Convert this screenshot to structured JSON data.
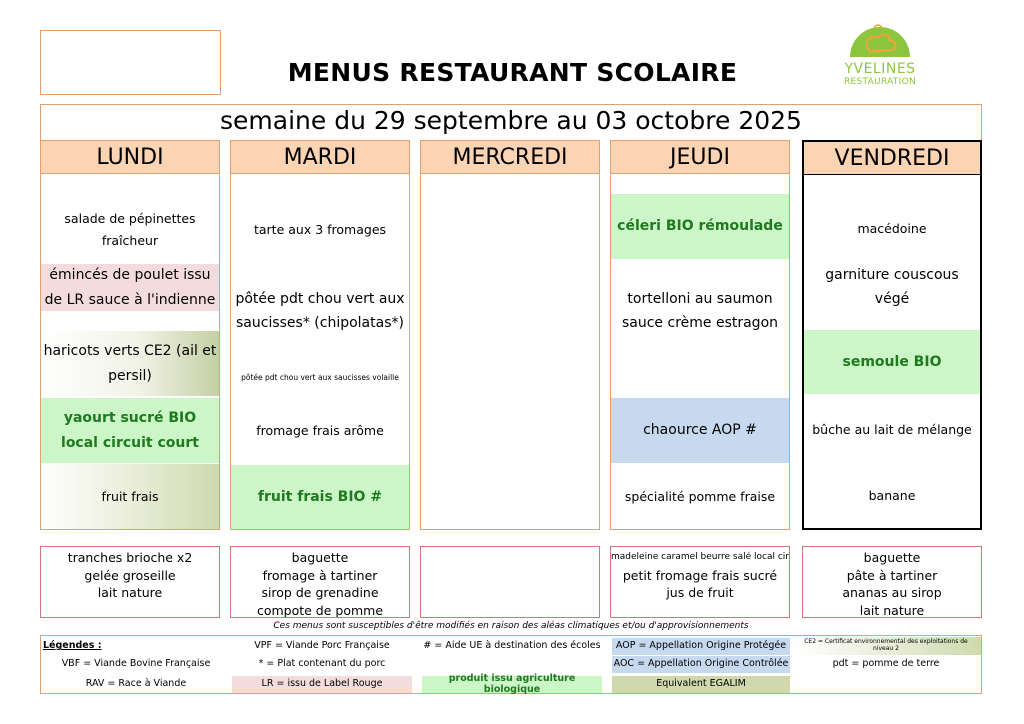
{
  "header": {
    "title": "MENUS RESTAURANT SCOLAIRE",
    "week": "semaine du 29 septembre au 03 octobre 2025",
    "logo": {
      "line1": "YVELINES",
      "line2": "RESTAURATION",
      "icon": "chef-hat-icon",
      "color": "#8cc63f"
    }
  },
  "days": [
    {
      "name": "LUNDI",
      "entree": "salade de pépinettes fraîcheur",
      "plat": "émincés de poulet issu de LR sauce à l'indienne",
      "accompagnement": "haricots verts CE2 (ail et persil)",
      "laitage": "yaourt sucré BIO local circuit court",
      "dessert": "fruit frais"
    },
    {
      "name": "MARDI",
      "entree": "tarte aux 3 fromages",
      "plat": "pôtée pdt chou vert aux saucisses* (chipolatas*)",
      "alternative": "pôtée pdt chou vert aux saucisses volaille",
      "laitage": "fromage frais arôme",
      "dessert": "fruit frais BIO #"
    },
    {
      "name": "MERCREDI"
    },
    {
      "name": "JEUDI",
      "entree": "céleri BIO rémoulade",
      "plat": "tortelloni au saumon sauce crème estragon",
      "laitage": "chaource AOP #",
      "dessert": "spécialité pomme fraise"
    },
    {
      "name": "VENDREDI",
      "entree": "macédoine",
      "plat": "garniture couscous végé",
      "accompagnement": "semoule BIO",
      "laitage": "bûche au lait de mélange",
      "dessert": "banane"
    }
  ],
  "gouter": {
    "lundi": [
      "tranches brioche x2",
      "gelée groseille",
      "lait nature"
    ],
    "mardi": [
      "baguette",
      "fromage à tartiner",
      "sirop de grenadine",
      "compote de pomme"
    ],
    "mercredi": [],
    "jeudi": [
      "madeleine caramel beurre salé local circuit court",
      "petit fromage frais sucré",
      "jus de fruit"
    ],
    "vendredi": [
      "baguette",
      "pâte à tartiner",
      "ananas au sirop",
      "lait nature"
    ]
  },
  "note": "Ces menus sont susceptibles d'être modifiés en raison des aléas climatiques et/ou d'approvisionnements",
  "legend": {
    "title": "Légendes :",
    "vpf": "VPF = Viande Porc Française",
    "aide": "# = Aide UE à destination des écoles",
    "aop": "AOP = Appellation Origine Protégée",
    "ce2": "CE2 = Certificat environnemental des exploitations de niveau 2",
    "vbf": "VBF = Viande Bovine Française",
    "porc": "* = Plat contenant du porc",
    "aoc": "AOC = Appellation Origine Contrôlée",
    "pdt": "pdt = pomme de terre",
    "rav": "RAV = Race à Viande",
    "lr": "LR = issu de Label Rouge",
    "bio": "produit issu agriculture biologique",
    "egalim": "Equivalent EGALIM"
  },
  "colors": {
    "header_bg": "#fbd4b4",
    "bio_green": "#ccf5c8",
    "label_rouge": "#f4dcdc",
    "aop_blue": "#c6d9ee",
    "egalim_khaki": "#cfd9ad",
    "bio_text": "#1e7a1e"
  }
}
